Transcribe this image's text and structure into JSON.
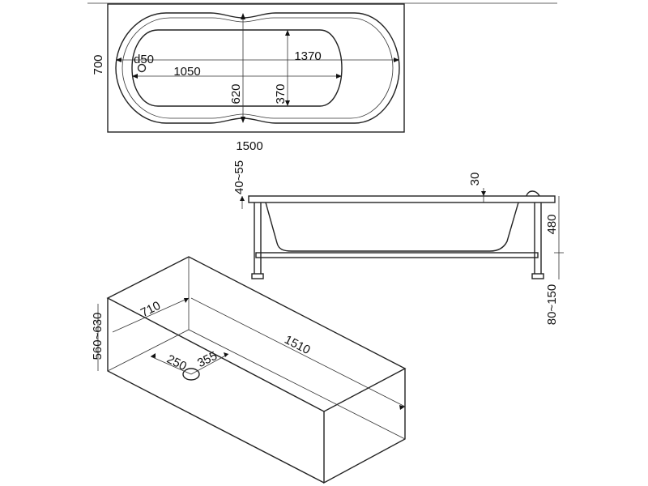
{
  "top_view": {
    "width_label": "700",
    "length_label": "1500",
    "drain_label": "d50",
    "inner_length_label": "1050",
    "outer_length_label": "1370",
    "mid_width_label": "620",
    "inner_width_label": "370"
  },
  "side_view": {
    "rim_label": "40~55",
    "rim_thickness_label": "30",
    "depth_label": "480",
    "legs_label": "80~150"
  },
  "panel_view": {
    "height_label": "560~630",
    "width_label": "710",
    "length_label": "1510",
    "drain_x_label": "250",
    "drain_y_label": "355"
  }
}
